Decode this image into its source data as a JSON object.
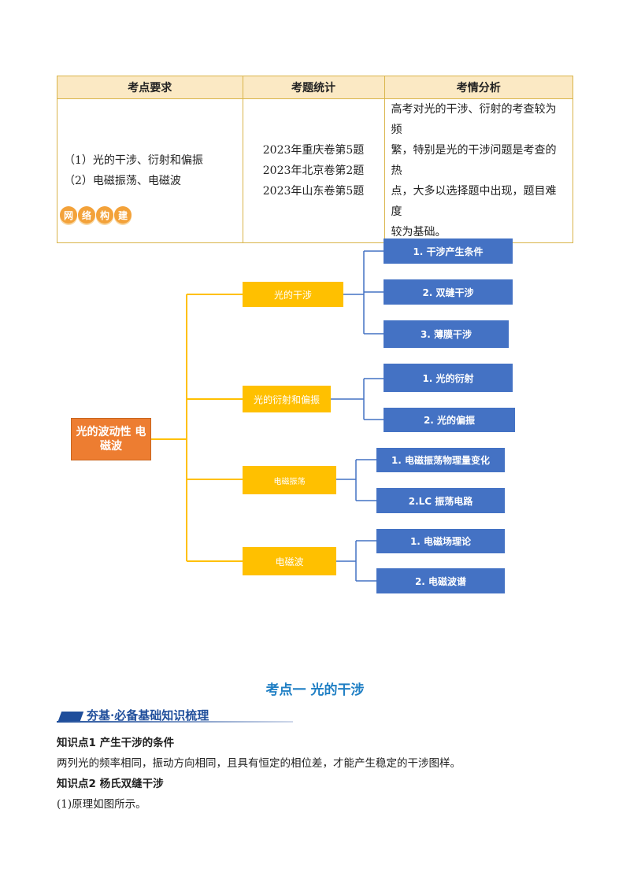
{
  "table": {
    "headers": [
      "考点要求",
      "考题统计",
      "考情分析"
    ],
    "col1": [
      "（1）光的干涉、衍射和偏振",
      "（2）电磁振荡、电磁波"
    ],
    "col2": [
      "2023年重庆卷第5题",
      "2023年北京卷第2题",
      "2023年山东卷第5题"
    ],
    "col3": [
      "高考对光的干涉、衍射的考查较为频",
      "繁，特别是光的干涉问题是考查的热",
      "点，大多以选择题中出现，题目难度",
      "较为基础。"
    ]
  },
  "badge": [
    "网",
    "络",
    "构",
    "建"
  ],
  "mindmap": {
    "root": "光的波动性 电磁波",
    "branches": [
      {
        "label": "光的干涉",
        "leaves": [
          "1. 干涉产生条件",
          "2. 双缝干涉",
          "3. 薄膜干涉"
        ]
      },
      {
        "label": "光的衍射和偏振",
        "leaves": [
          "1. 光的衍射",
          "2. 光的偏振"
        ]
      },
      {
        "label": "电磁振荡",
        "leaves": [
          "1. 电磁振荡物理量变化",
          "2.LC 振荡电路"
        ]
      },
      {
        "label": "电磁波",
        "leaves": [
          "1. 电磁场理论",
          "2. 电磁波谱"
        ]
      }
    ],
    "colors": {
      "root": "#ed7d31",
      "branch": "#ffc000",
      "leaf": "#4472c4",
      "line_orange": "#ffc000",
      "line_blue": "#4472c4"
    }
  },
  "section": {
    "title": "考点一  光的干涉",
    "banner": "夯基·必备基础知识梳理",
    "kp1_title": "知识点1  产生干涉的条件",
    "kp1_body": "两列光的频率相同，振动方向相同，且具有恒定的相位差，才能产生稳定的干涉图样。",
    "kp2_title": "知识点2  杨氏双缝干涉",
    "kp2_body": "(1)原理如图所示。"
  }
}
